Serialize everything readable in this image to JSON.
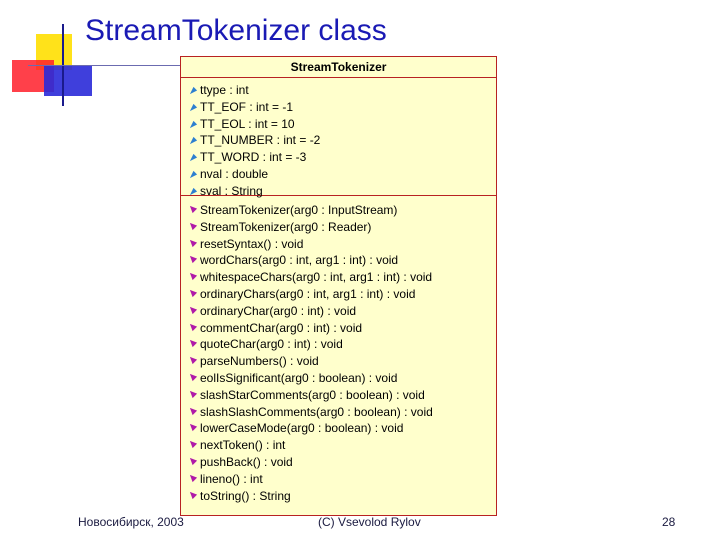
{
  "title": "StreamTokenizer class",
  "class_box": {
    "name": "StreamTokenizer",
    "attributes": [
      "ttype : int",
      "TT_EOF : int = -1",
      "TT_EOL : int = 10",
      "TT_NUMBER : int = -2",
      "TT_WORD : int = -3",
      "nval : double",
      "sval : String"
    ],
    "operations": [
      "StreamTokenizer(arg0 : InputStream)",
      "StreamTokenizer(arg0 : Reader)",
      "resetSyntax() : void",
      "wordChars(arg0 : int, arg1 : int) : void",
      "whitespaceChars(arg0 : int, arg1 : int) : void",
      "ordinaryChars(arg0 : int, arg1 : int) : void",
      "ordinaryChar(arg0 : int) : void",
      "commentChar(arg0 : int) : void",
      "quoteChar(arg0 : int) : void",
      "parseNumbers() : void",
      "eolIsSignificant(arg0 : boolean) : void",
      "slashStarComments(arg0 : boolean) : void",
      "slashSlashComments(arg0 : boolean) : void",
      "lowerCaseMode(arg0 : boolean) : void",
      "nextToken() : int",
      "pushBack() : void",
      "lineno() : int",
      "toString() : String"
    ]
  },
  "footer": {
    "left": "Новосибирск, 2003",
    "center": "(C) Vsevolod Rylov",
    "right": "28"
  },
  "icons": {
    "attribute": "field-icon",
    "operation": "method-icon"
  },
  "colors": {
    "title": "#1a1ab4",
    "box_fill": "#ffffcc",
    "box_border": "#b82222",
    "attribute_icon": "#2d7fd0",
    "operation_icon": "#b01aa8"
  }
}
